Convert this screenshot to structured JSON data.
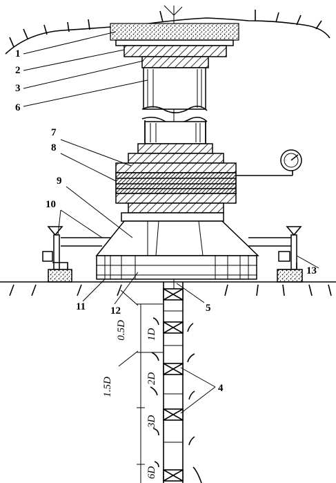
{
  "labels": {
    "l1": "1",
    "l2": "2",
    "l3": "3",
    "l4": "4",
    "l5": "5",
    "l6": "6",
    "l7": "7",
    "l8": "8",
    "l9": "9",
    "l10": "10",
    "l11": "11",
    "l12": "12",
    "l13": "13"
  },
  "dimensions": {
    "d05": "0.5D",
    "d15": "1.5D",
    "d1": "1D",
    "d2": "2D",
    "d3": "3D",
    "d6": "6D"
  }
}
